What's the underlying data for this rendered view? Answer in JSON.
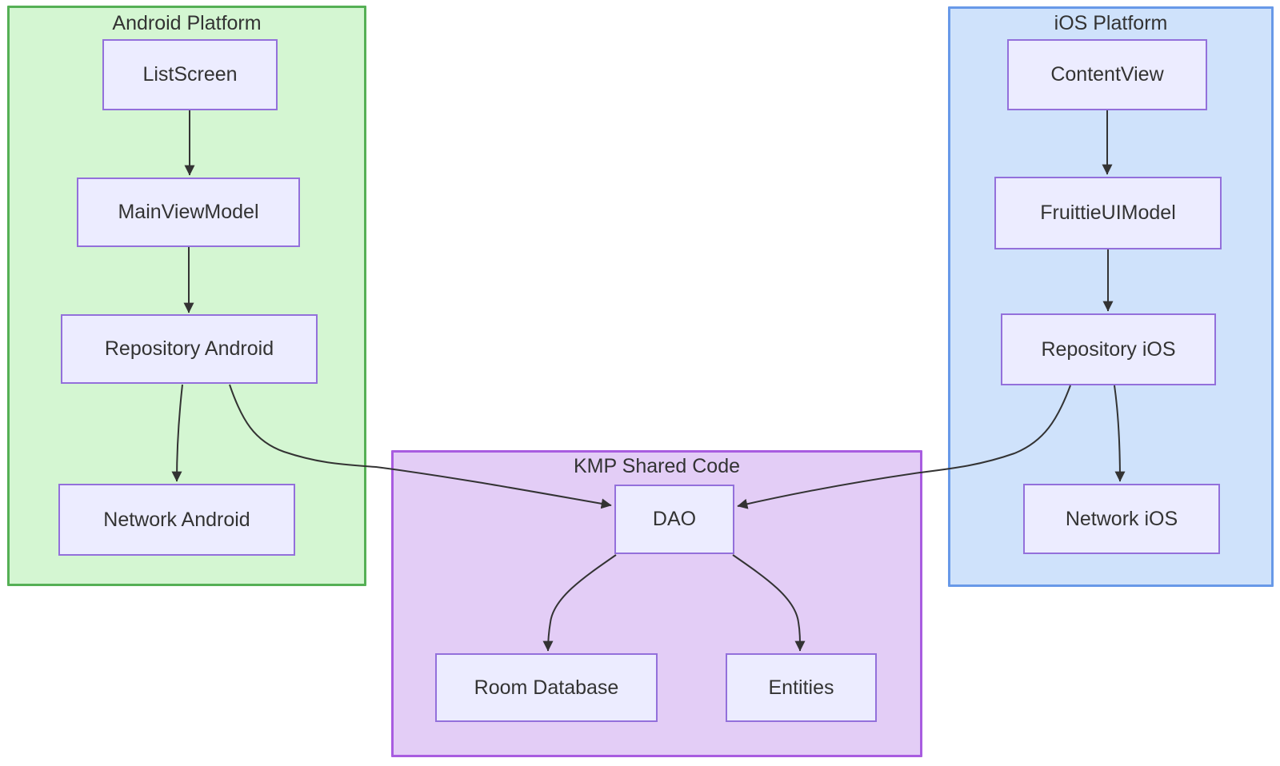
{
  "diagram_type": "flowchart",
  "colors": {
    "arrow": "#333333",
    "text": "#333333",
    "node_fill": "#ececff",
    "node_stroke": "#9370db"
  },
  "groups": {
    "android": {
      "label": "Android Platform",
      "fill": "#d4f6d2",
      "stroke": "#55b055"
    },
    "ios": {
      "label": "iOS Platform",
      "fill": "#cfe2fb",
      "stroke": "#6899e8"
    },
    "kmp": {
      "label": "KMP Shared Code",
      "fill": "#e3cdf6",
      "stroke": "#a85ce0"
    }
  },
  "nodes": {
    "list_screen": {
      "label": "ListScreen"
    },
    "main_view_model": {
      "label": "MainViewModel"
    },
    "repository_android": {
      "label": "Repository Android"
    },
    "network_android": {
      "label": "Network Android"
    },
    "content_view": {
      "label": "ContentView"
    },
    "fruittie_ui_model": {
      "label": "FruittieUIModel"
    },
    "repository_ios": {
      "label": "Repository iOS"
    },
    "network_ios": {
      "label": "Network iOS"
    },
    "dao": {
      "label": "DAO"
    },
    "room_database": {
      "label": "Room Database"
    },
    "entities": {
      "label": "Entities"
    }
  },
  "edges": [
    {
      "from": "ListScreen",
      "to": "MainViewModel"
    },
    {
      "from": "MainViewModel",
      "to": "Repository Android"
    },
    {
      "from": "Repository Android",
      "to": "Network Android"
    },
    {
      "from": "Repository Android",
      "to": "DAO"
    },
    {
      "from": "ContentView",
      "to": "FruittieUIModel"
    },
    {
      "from": "FruittieUIModel",
      "to": "Repository iOS"
    },
    {
      "from": "Repository iOS",
      "to": "Network iOS"
    },
    {
      "from": "Repository iOS",
      "to": "DAO"
    },
    {
      "from": "DAO",
      "to": "Room Database"
    },
    {
      "from": "DAO",
      "to": "Entities"
    }
  ]
}
